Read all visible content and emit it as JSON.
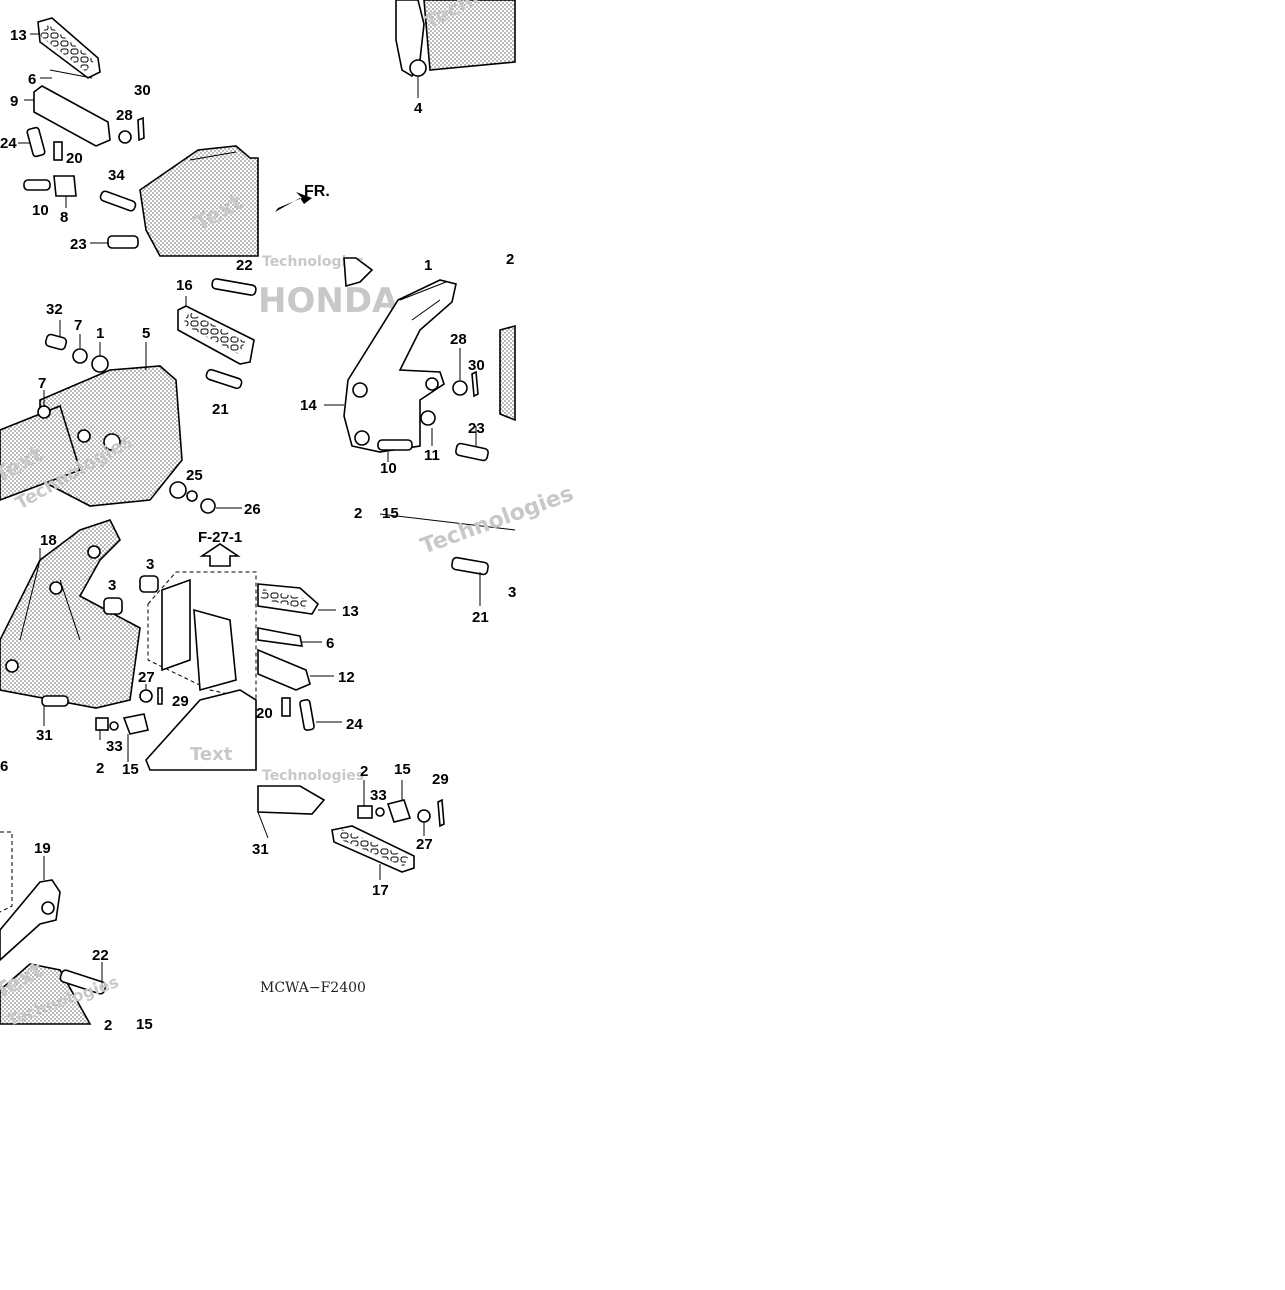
{
  "diagram": {
    "front_arrow_label": "FR.",
    "ref_label": "F-27-1",
    "diagram_code": "MCWA−F2400",
    "watermarks": [
      "Text",
      "Technologies",
      "HONDA"
    ],
    "callouts": {
      "c1": "13",
      "c2": "6",
      "c3": "30",
      "c4": "9",
      "c5": "28",
      "c6": "24",
      "c7": "20",
      "c8": "34",
      "c9": "10",
      "c10": "8",
      "c11": "23",
      "c12": "4",
      "c13": "22",
      "c14": "1",
      "c15": "16",
      "c16": "32",
      "c17": "7",
      "c18": "1",
      "c19": "5",
      "c20": "7",
      "c21": "21",
      "c22": "28",
      "c23": "30",
      "c24": "14",
      "c25": "23",
      "c26": "10",
      "c27": "11",
      "c28": "25",
      "c29": "26",
      "c30": "18",
      "c31": "3",
      "c32": "3",
      "c33": "27",
      "c34": "29",
      "c35": "31",
      "c36": "33",
      "c37": "2",
      "c38": "15",
      "c39": "2",
      "c40": "15",
      "c41": "21",
      "c42": "13",
      "c43": "6",
      "c44": "12",
      "c45": "20",
      "c46": "24",
      "c47": "2",
      "c48": "33",
      "c49": "15",
      "c50": "29",
      "c51": "27",
      "c52": "31",
      "c53": "17",
      "c54": "19",
      "c55": "22",
      "c56": "2",
      "c57": "15",
      "c58": "6",
      "c59": "2",
      "c60": "3"
    }
  }
}
